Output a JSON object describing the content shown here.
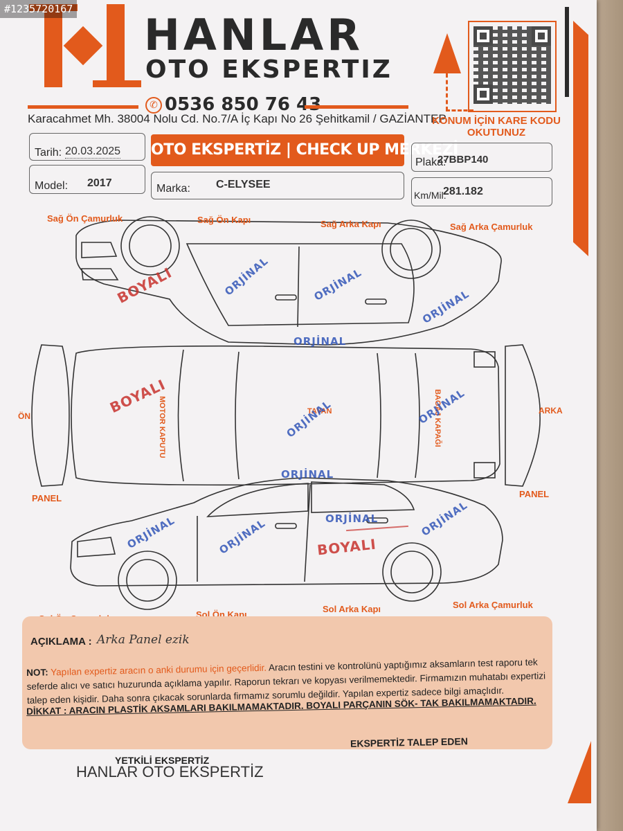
{
  "listing_id": "#1235720167",
  "header": {
    "brand_name": "HANLAR",
    "brand_subtitle": "OTO EKSPERTIZ",
    "phone": "0536 850 76 43",
    "address": "Karacahmet Mh. 38004 Nolu Cd. No.7/A İç Kapı No 26 Şehitkamil / GAZİANTEP",
    "qr_caption": "KONUM İÇİN KARE KODU OKUTUNUZ",
    "banner": "OTO EKSPERTİZ | CHECK UP MERKEZİ"
  },
  "fields": {
    "date_label": "Tarih:",
    "date_value": "20.03.2025",
    "plate_label": "Plaka:",
    "plate_value": "27BBP140",
    "model_label": "Model:",
    "model_value": "2017",
    "brand_label": "Marka:",
    "brand_value": "C-ELYSEE",
    "km_label": "Km/Mil:",
    "km_value": "281.182"
  },
  "parts": {
    "right_front_fender": "Sağ Ön Çamurluk",
    "right_front_door": "Sağ Ön Kapı",
    "right_rear_door": "Sağ Arka Kapı",
    "right_rear_fender": "Sağ Arka Çamurluk",
    "front": "ÖN",
    "rear": "ARKA",
    "panel_left": "PANEL",
    "panel_right": "PANEL",
    "hood": "MOTOR KAPUTU",
    "roof": "TAVAN",
    "trunk": "BAGAJ KAPAĞI",
    "left_front_fender": "Sol Ön Çamurluk",
    "left_front_door": "Sol Ön Kapı",
    "left_rear_door": "Sol Arka Kapı",
    "left_rear_fender": "Sol Arka Çamurluk"
  },
  "stamps": {
    "original": "ORJİNAL",
    "painted": "BOYALI"
  },
  "notes": {
    "label": "AÇIKLAMA :",
    "handwritten": "Arka Panel ezik",
    "not_label": "NOT:",
    "not_orange": "Yapılan expertiz aracın o anki durumu için geçerlidir.",
    "not_body": "Aracın testini ve kontrolünü yaptığımız aksamların test raporu tek seferde alıcı ve satıcı huzurunda açıklama yapılır. Raporun tekrarı ve kopyası verilmemektedir. Firmamızın muhatabı expertizi talep eden kişidir. Daha sonra çıkacak sorunlarda firmamız sorumlu değildir. Yapılan expertiz sadece bilgi amaçlıdır.",
    "dikkat": "DİKKAT : ARACIN PLASTİK AKSAMLARI BAKILMAMAKTADIR. BOYALI PARÇANIN SÖK- TAK BAKILMAMAKTADIR."
  },
  "signatures": {
    "left_title": "YETKİLİ EKSPERTİZ",
    "left_name": "HANLAR OTO EKSPERTİZ",
    "right_title": "EKSPERTİZ TALEP EDEN"
  },
  "colors": {
    "accent_orange": "#e25a1c",
    "stamp_blue": "#3356b8",
    "stamp_red": "#c8332e",
    "notes_bg": "#f2c8ad"
  }
}
